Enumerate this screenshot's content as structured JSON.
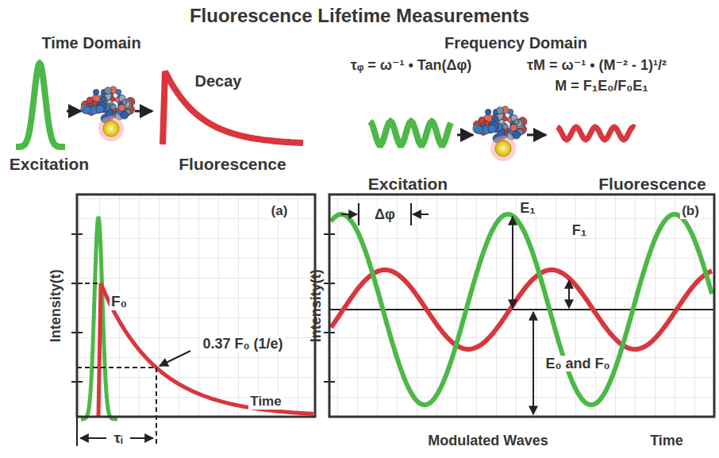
{
  "diagram": {
    "title": "Fluorescence Lifetime Measurements",
    "labels": [
      "Time Domain",
      "Frequency Domain",
      "τᵩ = ω⁻¹ • Tan(Δφ)",
      "τM = ω⁻¹ • (M⁻² - 1)¹/²",
      "M = F₁E₀/F₀E₁",
      "Decay",
      "Excitation",
      "Fluorescence",
      "Excitation",
      "Fluorescence",
      "(a)",
      "F₀",
      "0.37 F₀ (1/e)",
      "Intensity(t)",
      "Time",
      "τᵢ",
      "(b)",
      "Δφ",
      "E₁",
      "F₁",
      "E₀ and F₀",
      "Intensity(t)",
      "Modulated Waves",
      "Time"
    ]
  }
}
